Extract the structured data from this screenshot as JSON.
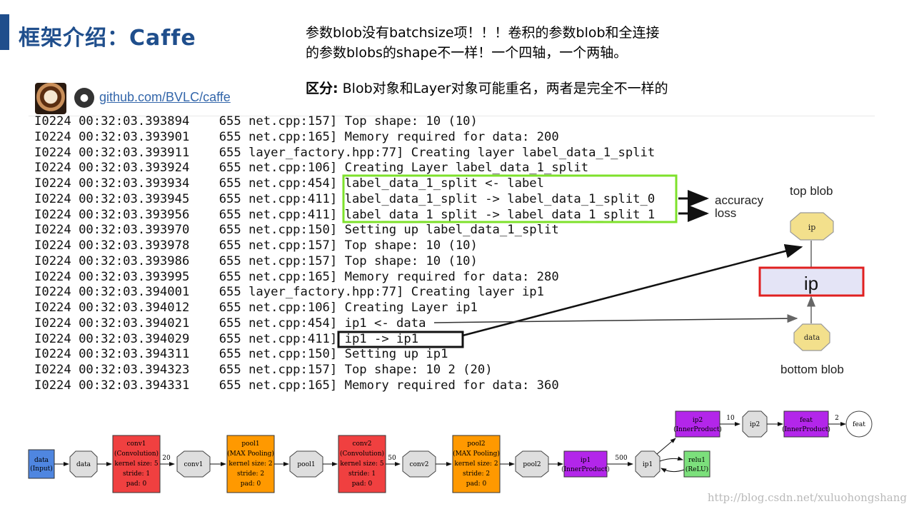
{
  "slide": {
    "title": "框架介绍：Caffe",
    "note_line1": "参数blob没有batchsize项！！！卷积的参数blob和全连接",
    "note_line2": "的参数blobs的shape不一样！一个四轴，一个两轴。",
    "note_bold": "区分:",
    "note_rest": " Blob对象和Layer对象可能重名，两者是完全不一样的",
    "link": "github.com/BVLC/caffe",
    "watermark": "http://blog.csdn.net/xuluohongshang"
  },
  "log_lines": [
    "I0224 00:32:03.393894    655 net.cpp:157] Top shape: 10 (10)",
    "I0224 00:32:03.393901    655 net.cpp:165] Memory required for data: 200",
    "I0224 00:32:03.393911    655 layer_factory.hpp:77] Creating layer label_data_1_split",
    "I0224 00:32:03.393924    655 net.cpp:106] Creating Layer label_data_1_split",
    "I0224 00:32:03.393934    655 net.cpp:454] label_data_1_split <- label",
    "I0224 00:32:03.393945    655 net.cpp:411] label_data_1_split -> label_data_1_split_0",
    "I0224 00:32:03.393956    655 net.cpp:411] label_data_1_split -> label_data_1_split_1",
    "I0224 00:32:03.393970    655 net.cpp:150] Setting up label_data_1_split",
    "I0224 00:32:03.393978    655 net.cpp:157] Top shape: 10 (10)",
    "I0224 00:32:03.393986    655 net.cpp:157] Top shape: 10 (10)",
    "I0224 00:32:03.393995    655 net.cpp:165] Memory required for data: 280",
    "I0224 00:32:03.394001    655 layer_factory.hpp:77] Creating layer ip1",
    "I0224 00:32:03.394012    655 net.cpp:106] Creating Layer ip1",
    "I0224 00:32:03.394021    655 net.cpp:454] ip1 <- data",
    "I0224 00:32:03.394029    655 net.cpp:411] ip1 -> ip1",
    "I0224 00:32:03.394311    655 net.cpp:150] Setting up ip1",
    "I0224 00:32:03.394323    655 net.cpp:157] Top shape: 10 2 (20)",
    "I0224 00:32:03.394331    655 net.cpp:165] Memory required for data: 360"
  ],
  "labels": {
    "accuracy": "accuracy",
    "loss": "loss",
    "top_blob": "top blob",
    "bottom_blob": "bottom blob",
    "ip_top": "ip",
    "ip_layer": "ip",
    "data_bottom": "data"
  },
  "dag": {
    "colors": {
      "input": "#4f86e0",
      "conv": "#f04040",
      "pool": "#ff9900",
      "ip": "#b326ea",
      "relu": "#7ce07c",
      "blob": "#dedede"
    },
    "input_line1": "data",
    "input_line2": "(Input)",
    "blob_data": "data",
    "conv1_lines": [
      "conv1",
      "(Convolution)",
      "kernel size: 5",
      "stride: 1",
      "pad: 0"
    ],
    "edge_20": "20",
    "blob_conv1": "conv1",
    "pool1_lines": [
      "pool1",
      "(MAX Pooling)",
      "kernel size: 2",
      "stride: 2",
      "pad: 0"
    ],
    "blob_pool1": "pool1",
    "conv2_lines": [
      "conv2",
      "(Convolution)",
      "kernel size: 5",
      "stride: 1",
      "pad: 0"
    ],
    "edge_50": "50",
    "blob_conv2": "conv2",
    "pool2_lines": [
      "pool2",
      "(MAX Pooling)",
      "kernel size: 2",
      "stride: 2",
      "pad: 0"
    ],
    "blob_pool2": "pool2",
    "ip1_line1": "ip1",
    "ip1_line2": "(InnerProduct)",
    "edge_500": "500",
    "blob_ip1": "ip1",
    "relu1_line1": "relu1",
    "relu1_line2": "(ReLU)",
    "ip2_line1": "ip2",
    "ip2_line2": "(InnerProduct)",
    "edge_10": "10",
    "blob_ip2": "ip2",
    "feat_line1": "feat",
    "feat_line2": "(InnerProduct)",
    "edge_2": "2",
    "blob_feat": "feat"
  }
}
